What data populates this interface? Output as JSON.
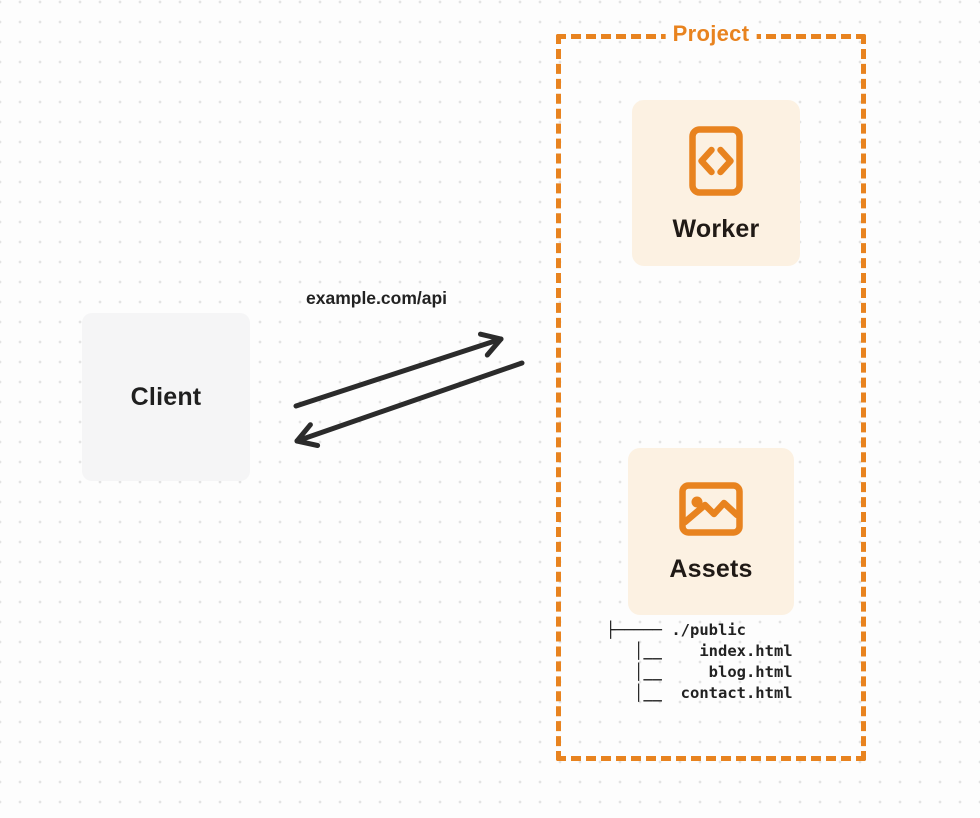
{
  "client": {
    "label": "Client"
  },
  "request": {
    "label": "example.com/api"
  },
  "project": {
    "label": "Project",
    "worker": {
      "label": "Worker",
      "icon": "code-document-icon"
    },
    "assets": {
      "label": "Assets",
      "icon": "image-icon"
    }
  },
  "file_tree": {
    "lines": [
      "├───── ./public",
      "   │__    index.html",
      "   │__     blog.html",
      "   │__  contact.html"
    ]
  },
  "colors": {
    "accent_orange": "#E8831F",
    "card_cream": "#FCF1E2",
    "client_gray": "#F5F5F6",
    "arrow_dark": "#2B2B2B",
    "dot_grid": "#E3E3E3",
    "text_dark": "#1F1F1F"
  }
}
